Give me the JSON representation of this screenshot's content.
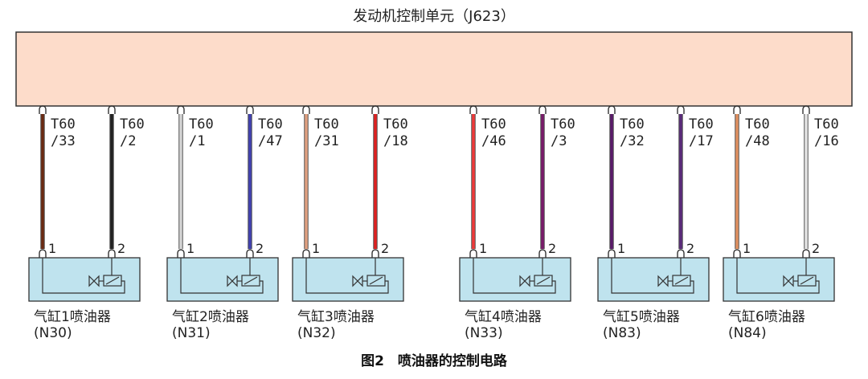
{
  "ecu": {
    "title": "发动机控制单元（J623）",
    "fill": "#fddcca"
  },
  "caption": "图2　喷油器的控制电路",
  "injectors": [
    {
      "name": "气缸1喷油器",
      "code": "(N30)",
      "pins": [
        {
          "num": "1",
          "tag": "T60",
          "ref": "/33",
          "color": "#6b2a12"
        },
        {
          "num": "2",
          "tag": "T60",
          "ref": "/2",
          "color": "#222222"
        }
      ]
    },
    {
      "name": "气缸2喷油器",
      "code": "(N31)",
      "pins": [
        {
          "num": "1",
          "tag": "T60",
          "ref": "/1",
          "color": "#d4d4d4"
        },
        {
          "num": "2",
          "tag": "T60",
          "ref": "/47",
          "color": "#4040b0"
        }
      ]
    },
    {
      "name": "气缸3喷油器",
      "code": "(N32)",
      "pins": [
        {
          "num": "1",
          "tag": "T60",
          "ref": "/31",
          "color": "#e0a080"
        },
        {
          "num": "2",
          "tag": "T60",
          "ref": "/18",
          "color": "#e02020"
        }
      ]
    },
    {
      "name": "气缸4喷油器",
      "code": "(N33)",
      "pins": [
        {
          "num": "1",
          "tag": "T60",
          "ref": "/46",
          "color": "#ef3a3a"
        },
        {
          "num": "2",
          "tag": "T60",
          "ref": "/3",
          "color": "#7a1a6a"
        }
      ]
    },
    {
      "name": "气缸5喷油器",
      "code": "(N83)",
      "pins": [
        {
          "num": "1",
          "tag": "T60",
          "ref": "/32",
          "color": "#5a1a6a"
        },
        {
          "num": "2",
          "tag": "T60",
          "ref": "/17",
          "color": "#5a2a7a"
        }
      ]
    },
    {
      "name": "气缸6喷油器",
      "code": "(N84)",
      "pins": [
        {
          "num": "1",
          "tag": "T60",
          "ref": "/48",
          "color": "#e09060"
        },
        {
          "num": "2",
          "tag": "T60",
          "ref": "/16",
          "color": "#e4e4e4"
        }
      ]
    }
  ],
  "colors": {
    "injector_fill": "#bfe3ee",
    "outline": "#333333"
  }
}
